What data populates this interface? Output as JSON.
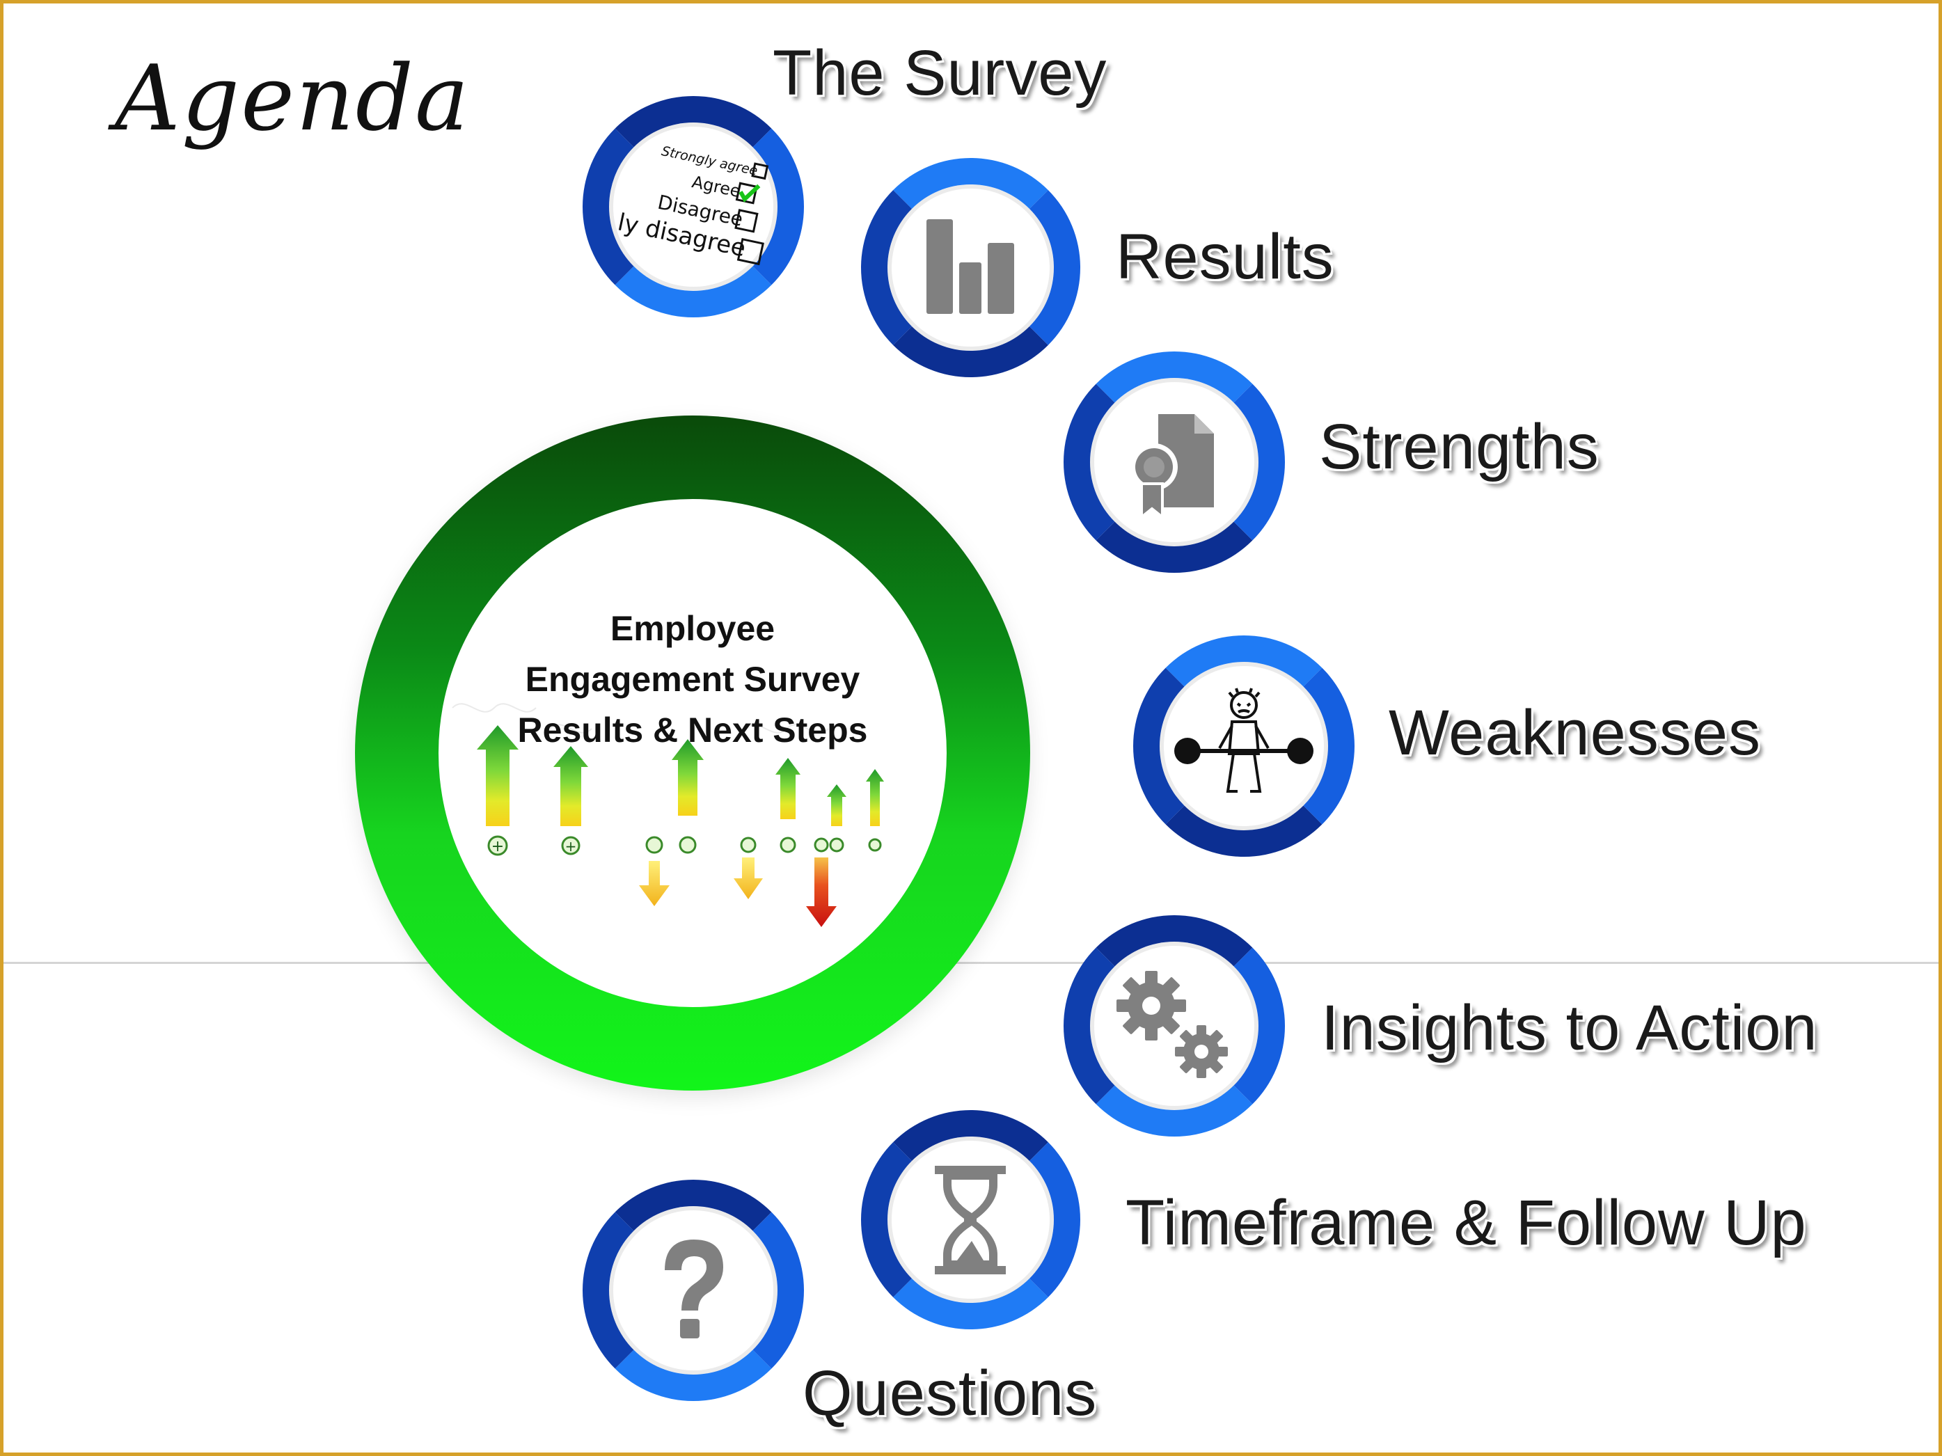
{
  "page": {
    "title": "Agenda"
  },
  "center": {
    "line1": "Employee",
    "line2": "Engagement Survey",
    "line3": "Results & Next Steps"
  },
  "survey_icon": {
    "opt1": "Strongly agree",
    "opt2": "Agree",
    "opt3": "Disagree",
    "opt4": "ly disagree"
  },
  "items": [
    {
      "label": "The Survey",
      "icon": "survey-checklist-icon"
    },
    {
      "label": "Results",
      "icon": "bar-chart-icon"
    },
    {
      "label": "Strengths",
      "icon": "certificate-icon"
    },
    {
      "label": "Weaknesses",
      "icon": "weightlifter-icon"
    },
    {
      "label": "Insights to Action",
      "icon": "gears-icon"
    },
    {
      "label": "Timeframe & Follow Up",
      "icon": "hourglass-icon"
    },
    {
      "label": "Questions",
      "icon": "question-mark-icon"
    }
  ],
  "colors": {
    "ring_blue": "#1158d9",
    "ring_dark": "#0c2f92",
    "center_green_top": "#0a4a0a",
    "center_green_bottom": "#12f51a",
    "icon_gray": "#808080",
    "border_gold": "#d6a12a"
  }
}
